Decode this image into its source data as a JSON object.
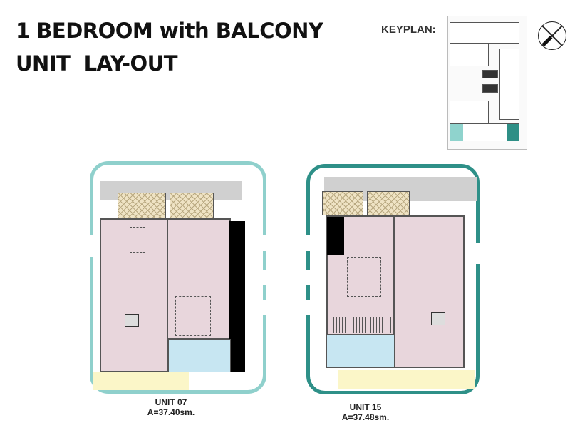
{
  "header": {
    "title_line1": "1 BEDROOM with BALCONY",
    "title_line2": "UNIT  LAY-OUT"
  },
  "keyplan": {
    "label": "KEYPLAN:",
    "highlight_light": "#8fd3cd",
    "highlight_dark": "#2e8f86"
  },
  "units": [
    {
      "name": "UNIT 07",
      "area": "A=37.40sm.",
      "frame_color": "#8fd0cc"
    },
    {
      "name": "UNIT 15",
      "area": "A=37.48sm.",
      "frame_color": "#2e9088"
    }
  ]
}
